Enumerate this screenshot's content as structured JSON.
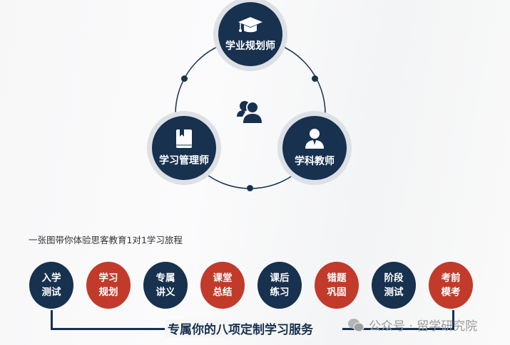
{
  "roles": [
    {
      "label": "学业规划师",
      "icon": "graduation-cap-icon"
    },
    {
      "label": "学习管理师",
      "icon": "book-icon"
    },
    {
      "label": "学科教师",
      "icon": "person-icon"
    }
  ],
  "center_icon": "users-icon",
  "subtitle": "一张图带你体验思客教育1对1学习旅程",
  "steps": [
    {
      "l1": "入学",
      "l2": "测试",
      "color": "#17314f"
    },
    {
      "l1": "学习",
      "l2": "规划",
      "color": "#c23a2a"
    },
    {
      "l1": "专属",
      "l2": "讲义",
      "color": "#17314f"
    },
    {
      "l1": "课堂",
      "l2": "总结",
      "color": "#c23a2a"
    },
    {
      "l1": "课后",
      "l2": "练习",
      "color": "#17314f"
    },
    {
      "l1": "错题",
      "l2": "巩固",
      "color": "#c23a2a"
    },
    {
      "l1": "阶段",
      "l2": "测试",
      "color": "#17314f"
    },
    {
      "l1": "考前",
      "l2": "模考",
      "color": "#c23a2a"
    }
  ],
  "slogan": "专属你的八项定制学习服务",
  "watermark": "公众号 · 留学研究院"
}
